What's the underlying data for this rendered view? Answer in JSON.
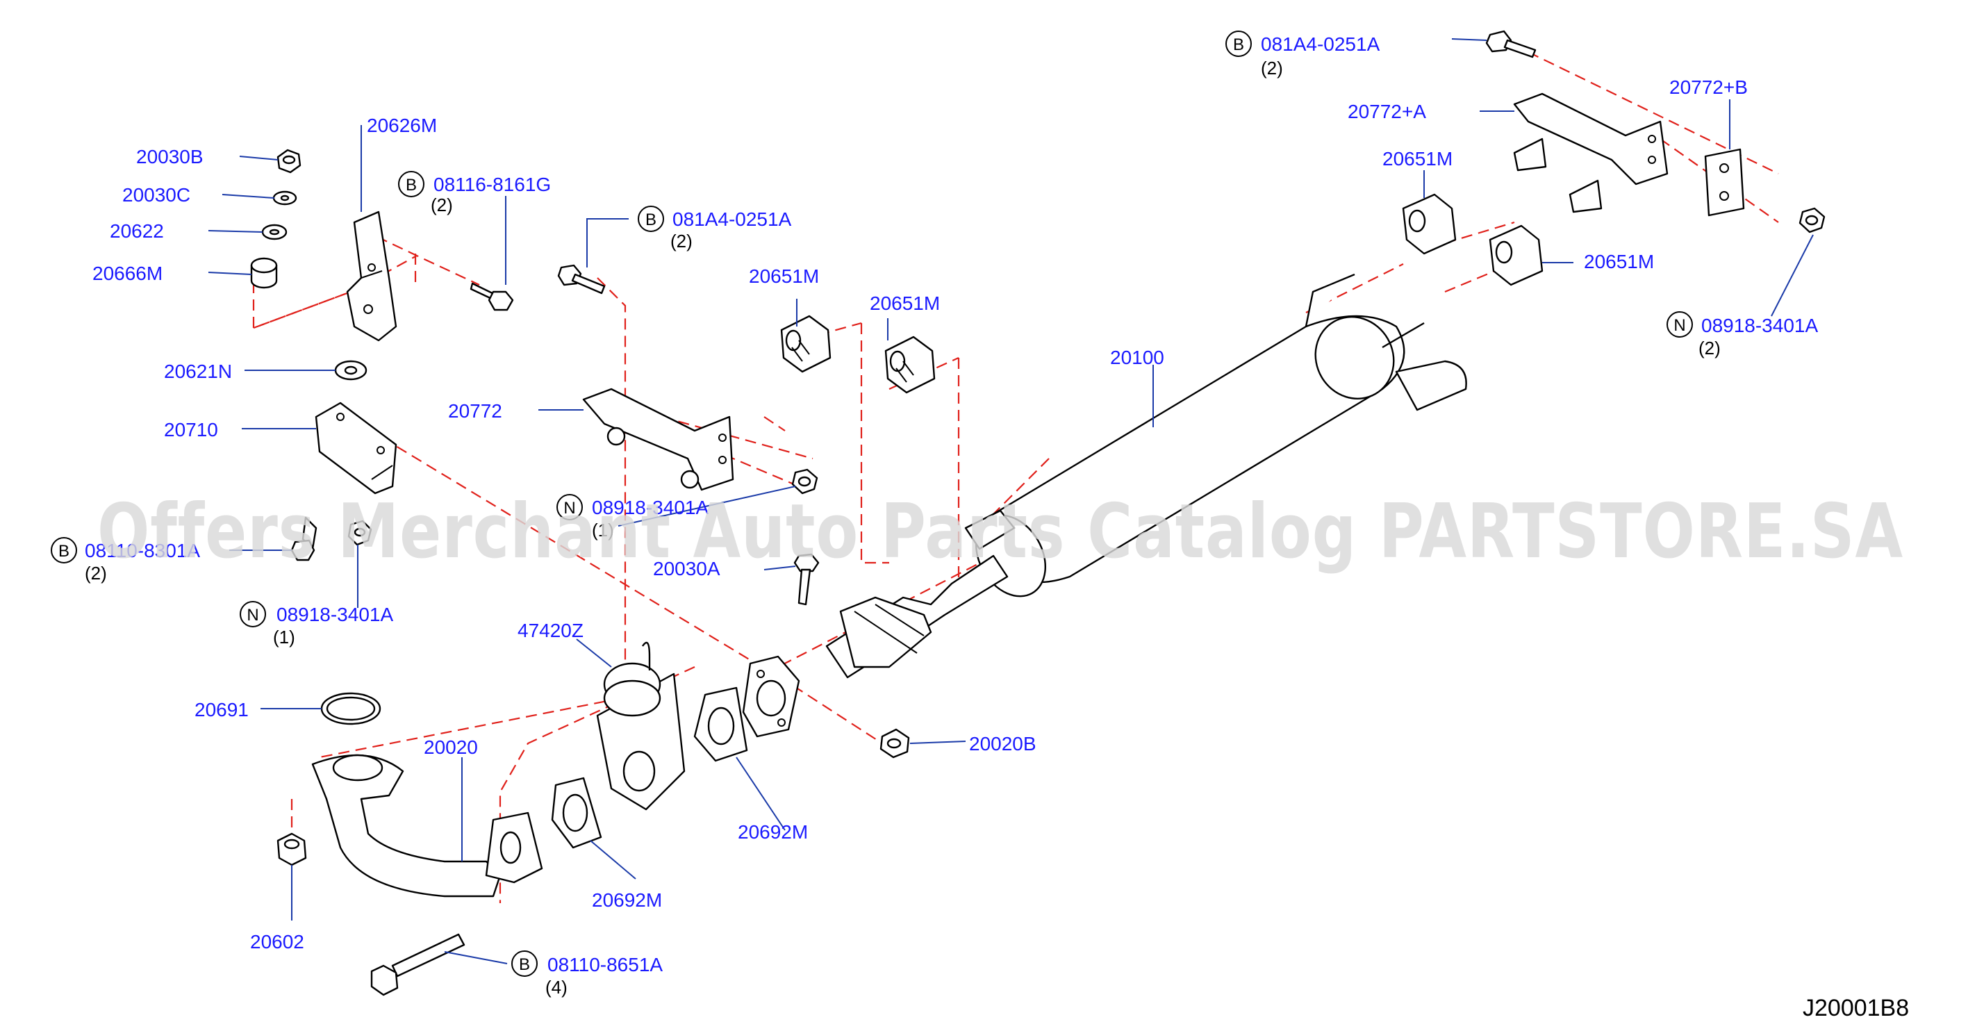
{
  "diagram_code": "J20001B8",
  "watermark": "Offers Merchant Auto Parts Catalog PARTSTORE.SA",
  "parts": {
    "p20030B": "20030B",
    "p20030C": "20030C",
    "p20622": "20622",
    "p20666M": "20666M",
    "p20626M": "20626M",
    "p20621N": "20621N",
    "p20710": "20710",
    "p20772": "20772",
    "p20651M_a": "20651M",
    "p20651M_b": "20651M",
    "p20651M_c": "20651M",
    "p20651M_d": "20651M",
    "p20100": "20100",
    "p20772A": "20772+A",
    "p20772B": "20772+B",
    "p20030A": "20030A",
    "p47420Z": "47420Z",
    "p20691": "20691",
    "p20020": "20020",
    "p20602": "20602",
    "p20692M_a": "20692M",
    "p20692M_b": "20692M",
    "p20020B": "20020B"
  },
  "fasteners": [
    {
      "letter": "B",
      "code": "081A4-0251A",
      "qty": "(2)"
    },
    {
      "letter": "B",
      "code": "08116-8161G",
      "qty": "(2)"
    },
    {
      "letter": "B",
      "code": "081A4-0251A",
      "qty": "(2)"
    },
    {
      "letter": "N",
      "code": "08918-3401A",
      "qty": "(1)"
    },
    {
      "letter": "B",
      "code": "08110-8301A",
      "qty": "(2)"
    },
    {
      "letter": "N",
      "code": "08918-3401A",
      "qty": "(1)"
    },
    {
      "letter": "N",
      "code": "08918-3401A",
      "qty": "(2)"
    },
    {
      "letter": "B",
      "code": "08110-8651A",
      "qty": "(4)"
    }
  ]
}
